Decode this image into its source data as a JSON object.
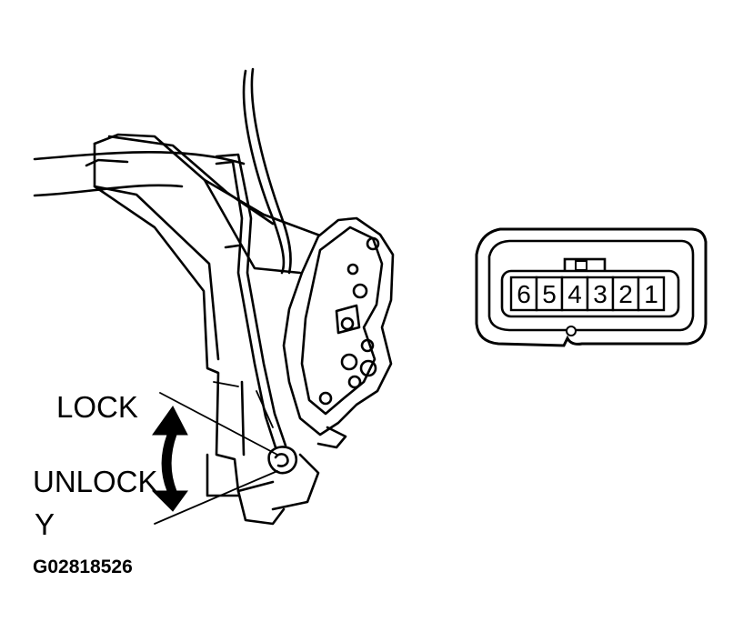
{
  "labels": {
    "lock": "LOCK",
    "unlock": "UNLOCK",
    "terminal_marker": "Y",
    "figure_code": "G02818526"
  },
  "connector": {
    "pins": [
      "6",
      "5",
      "4",
      "3",
      "2",
      "1"
    ]
  },
  "colors": {
    "ink": "#000000",
    "background": "#ffffff"
  }
}
